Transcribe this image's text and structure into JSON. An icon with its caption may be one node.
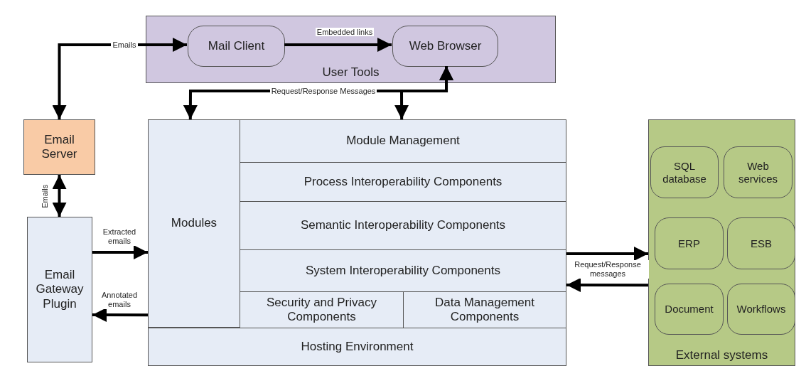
{
  "diagram": {
    "nodes": [
      {
        "text": [
          "User Tools"
        ]
      },
      {
        "text": [
          "Mail Client"
        ],
        "in": 0
      },
      {
        "text": [
          "Web Browser"
        ],
        "in": 0
      },
      {
        "text": [
          "Email Server"
        ]
      },
      {
        "text": [
          "Email Gateway Plugin"
        ]
      },
      {
        "text": [
          "Modules"
        ]
      },
      {
        "text": [
          "Module Management"
        ]
      },
      {
        "text": [
          "Process Interoperability Components"
        ]
      },
      {
        "text": [
          "Semantic Interoperability Components"
        ]
      },
      {
        "text": [
          "System Interoperability Components"
        ]
      },
      {
        "text": [
          "Security and Privacy Components"
        ]
      },
      {
        "text": [
          "Data Management Components"
        ]
      },
      {
        "text": [
          "Hosting Environment"
        ]
      },
      {
        "text": [
          "External systems"
        ]
      },
      {
        "text": [
          "SQL database"
        ],
        "in": 13
      },
      {
        "text": [
          "Web services"
        ],
        "in": 13
      },
      {
        "text": [
          "ERP"
        ],
        "in": 13
      },
      {
        "text": [
          "ESB"
        ],
        "in": 13
      },
      {
        "text": [
          "Document"
        ],
        "in": 13
      },
      {
        "text": [
          "Workflows"
        ],
        "in": 13
      }
    ],
    "edges": [
      {
        "from": 3,
        "to": 1,
        "arrow": "both",
        "label": "Emails"
      },
      {
        "from": 1,
        "to": 2,
        "arrow": "to",
        "label": "Embedded links"
      },
      {
        "from": 2,
        "to": 5,
        "arrow": "both",
        "label": "Request/Response Messages"
      },
      {
        "from": 2,
        "to": 6,
        "arrow": "both"
      },
      {
        "from": 3,
        "to": 4,
        "arrow": "both",
        "label": "Emails"
      },
      {
        "from": 4,
        "to": 5,
        "arrow": "to",
        "label": "Extracted emails"
      },
      {
        "from": 5,
        "to": 4,
        "arrow": "to",
        "label": "Annotated emails"
      },
      {
        "from": 9,
        "to": 13,
        "arrow": "to",
        "label": "Request/Response messages"
      },
      {
        "from": 13,
        "to": 9,
        "arrow": "to"
      }
    ]
  }
}
